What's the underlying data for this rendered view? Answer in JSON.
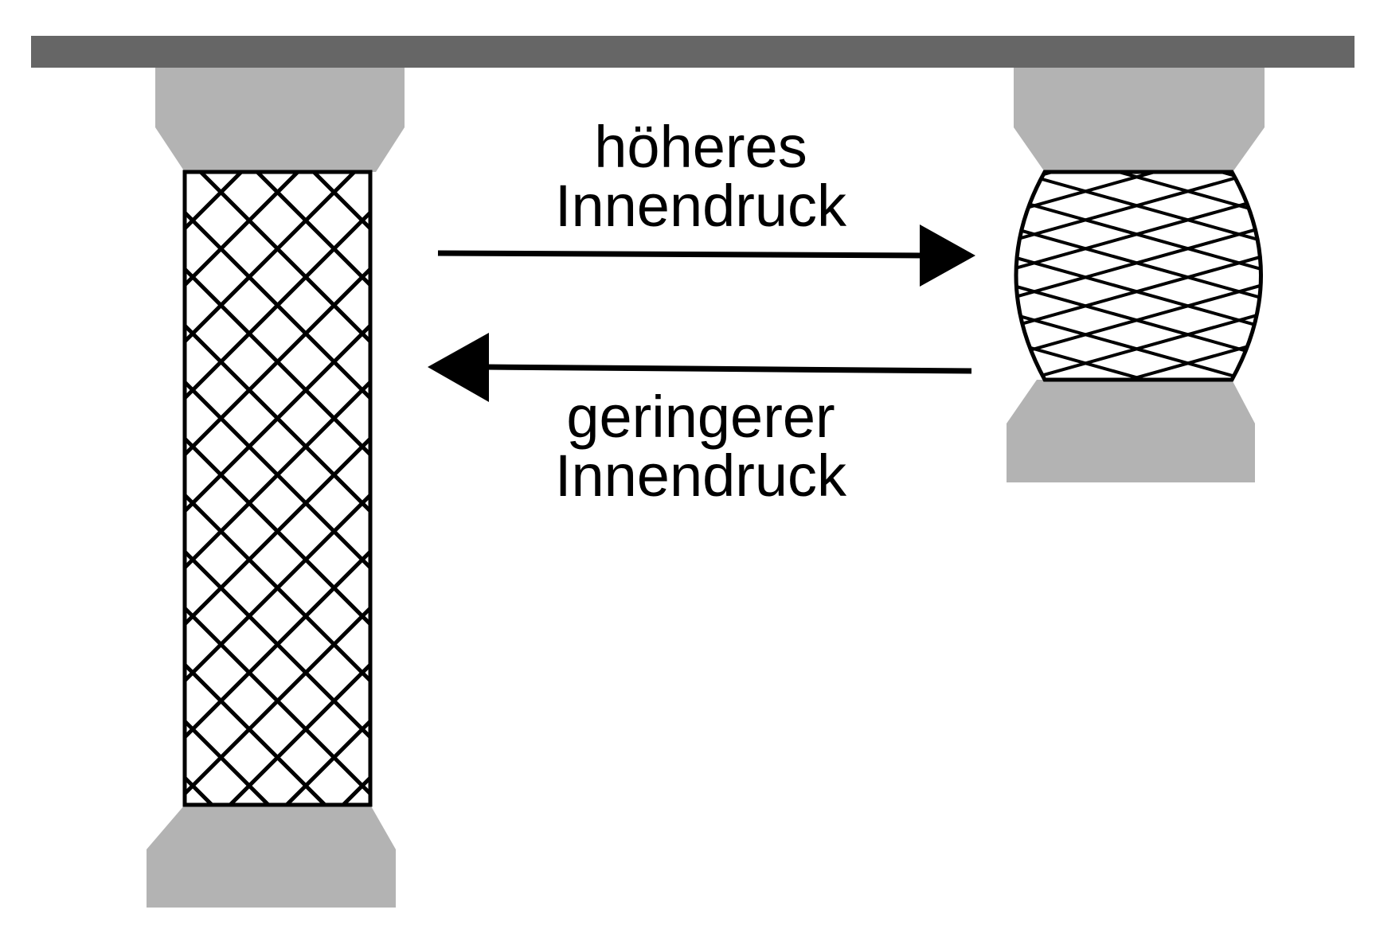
{
  "labels": {
    "upper_line1": "höheres",
    "upper_line2": "Innendruck",
    "lower_line1": "geringerer",
    "lower_line2": "Innendruck"
  },
  "colors": {
    "top_bar": "#666666",
    "end_cap": "#b3b3b3",
    "mesh": "#000000",
    "background": "#ffffff"
  }
}
